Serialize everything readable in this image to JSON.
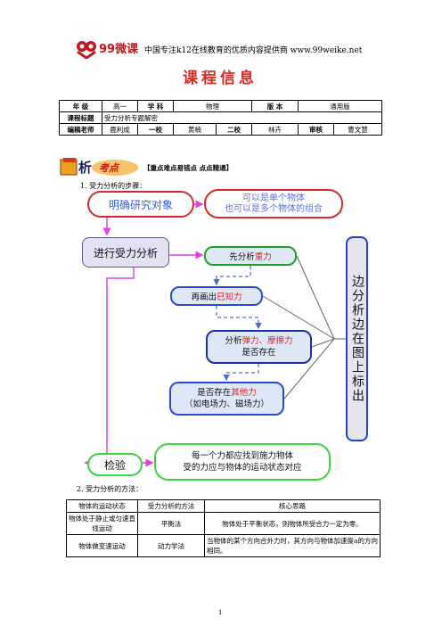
{
  "header": {
    "logo_text": "99微课",
    "slogan": "中国专注k12在线教育的优质内容提供商 www.99weike.net",
    "title": "课程信息"
  },
  "info": {
    "grade_label": "年 级",
    "grade": "高一",
    "subject_label": "学 科",
    "subject": "物理",
    "edition_label": "版 本",
    "edition": "通用版",
    "topic_label": "课程标题",
    "topic": "受力分析专题解密",
    "editor_label": "编稿老师",
    "editor": "鹿利成",
    "proof1_label": "一校",
    "proof1": "黄楠",
    "proof2_label": "二校",
    "proof2": "林卉",
    "review_label": "审核",
    "review": "曹文慧"
  },
  "section": {
    "icon_text": "析考点",
    "subtitle": "【重点难点易错点 点点精通】",
    "heading1": "1. 受力分析的步骤：",
    "heading2": "2. 受力分析的方法："
  },
  "diagram": {
    "study": "明确研究对象",
    "single_1": "可以是单个物体",
    "single_2": "也可以是多个物体的组合",
    "analyze": "进行受力分析",
    "grav_a": "先分析",
    "grav_b": "重力",
    "known_a": "再画出",
    "known_b": "已知力",
    "elastic_a": "分析",
    "elastic_b": "弹力、摩擦力",
    "elastic_c": "是否存在",
    "other_a": "是否存在",
    "other_b": "其他力",
    "other_c": "（如电场力、磁场力）",
    "side": "边分析边在图上标出",
    "check": "检验",
    "each_1": "每一个力都应找到施力物体",
    "each_2": "受的力应与物体的运动状态对应"
  },
  "method_table": {
    "headers": [
      "物体的运动状态",
      "受力分析的方法",
      "核心思路"
    ],
    "rows": [
      [
        "物体处于静止或匀速直线运动",
        "平衡法",
        "物体处于平衡状态，则物体所受合力一定为零。"
      ],
      [
        "物体做变速运动",
        "动力学法",
        "当物体的某个方向合外力时，其方向与物体加速度a的方向相同。"
      ]
    ]
  },
  "page_number": "1"
}
